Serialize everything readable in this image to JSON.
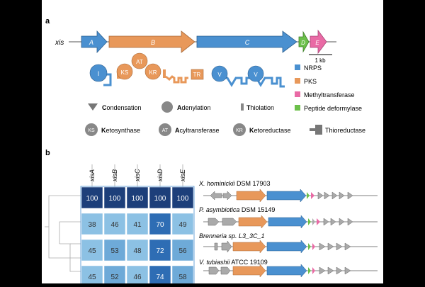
{
  "panel_a": {
    "label": "a",
    "cluster_label": "xis",
    "genes": [
      {
        "label": "A",
        "category": "NRPS"
      },
      {
        "label": "B",
        "category": "PKS"
      },
      {
        "label": "C",
        "category": "NRPS"
      },
      {
        "label": "D",
        "category": "Peptide deformylase"
      },
      {
        "label": "E",
        "category": "Methyltransferase"
      }
    ],
    "scale_bar": "1 kb",
    "domains": {
      "I": "I",
      "AT": "AT",
      "KS": "KS",
      "KR": "KR",
      "TR": "TR",
      "V": "V"
    },
    "legend": [
      {
        "label": "NRPS",
        "color": "#4a90d0"
      },
      {
        "label": "PKS",
        "color": "#e8985a"
      },
      {
        "label": "Methyltransferase",
        "color": "#e96aa5"
      },
      {
        "label": "Peptide deformylase",
        "color": "#6cc04a"
      }
    ],
    "key_row1": [
      {
        "bold": "C",
        "rest": "ondensation"
      },
      {
        "bold": "A",
        "rest": "denylation"
      },
      {
        "bold": "T",
        "rest": "hiolation"
      }
    ],
    "key_row2": [
      {
        "badge": "KS",
        "bold": "K",
        "rest": "etosynthase"
      },
      {
        "badge": "AT",
        "bold": "A",
        "rest": "cyltransferase"
      },
      {
        "badge": "KR",
        "bold": "K",
        "rest": "etoreductase"
      },
      {
        "badge": "",
        "bold": "",
        "rest": "Thioreductase"
      }
    ]
  },
  "panel_b": {
    "label": "b",
    "columns": [
      "xisA",
      "xisB",
      "xisC",
      "xisD",
      "xisE"
    ],
    "rows": [
      {
        "strain": "X. hominickii",
        "strain_extra": " DSM 17903",
        "values": [
          100,
          100,
          100,
          100,
          100
        ]
      },
      {
        "strain": "P. asymbiotica",
        "strain_extra": " DSM 15149",
        "values": [
          38,
          46,
          41,
          70,
          49
        ]
      },
      {
        "strain": "Brenneria sp. L3_3C_1",
        "strain_extra": "",
        "values": [
          45,
          53,
          48,
          72,
          56
        ]
      },
      {
        "strain": "V. tubiashii",
        "strain_extra": " ATCC 19109",
        "values": [
          45,
          52,
          46,
          74,
          58
        ]
      }
    ],
    "colors": {
      "top": "#1d3f7a",
      "light": "#8cc1e4",
      "mid": "#6eaad8",
      "dark": "#2e6db4"
    }
  }
}
